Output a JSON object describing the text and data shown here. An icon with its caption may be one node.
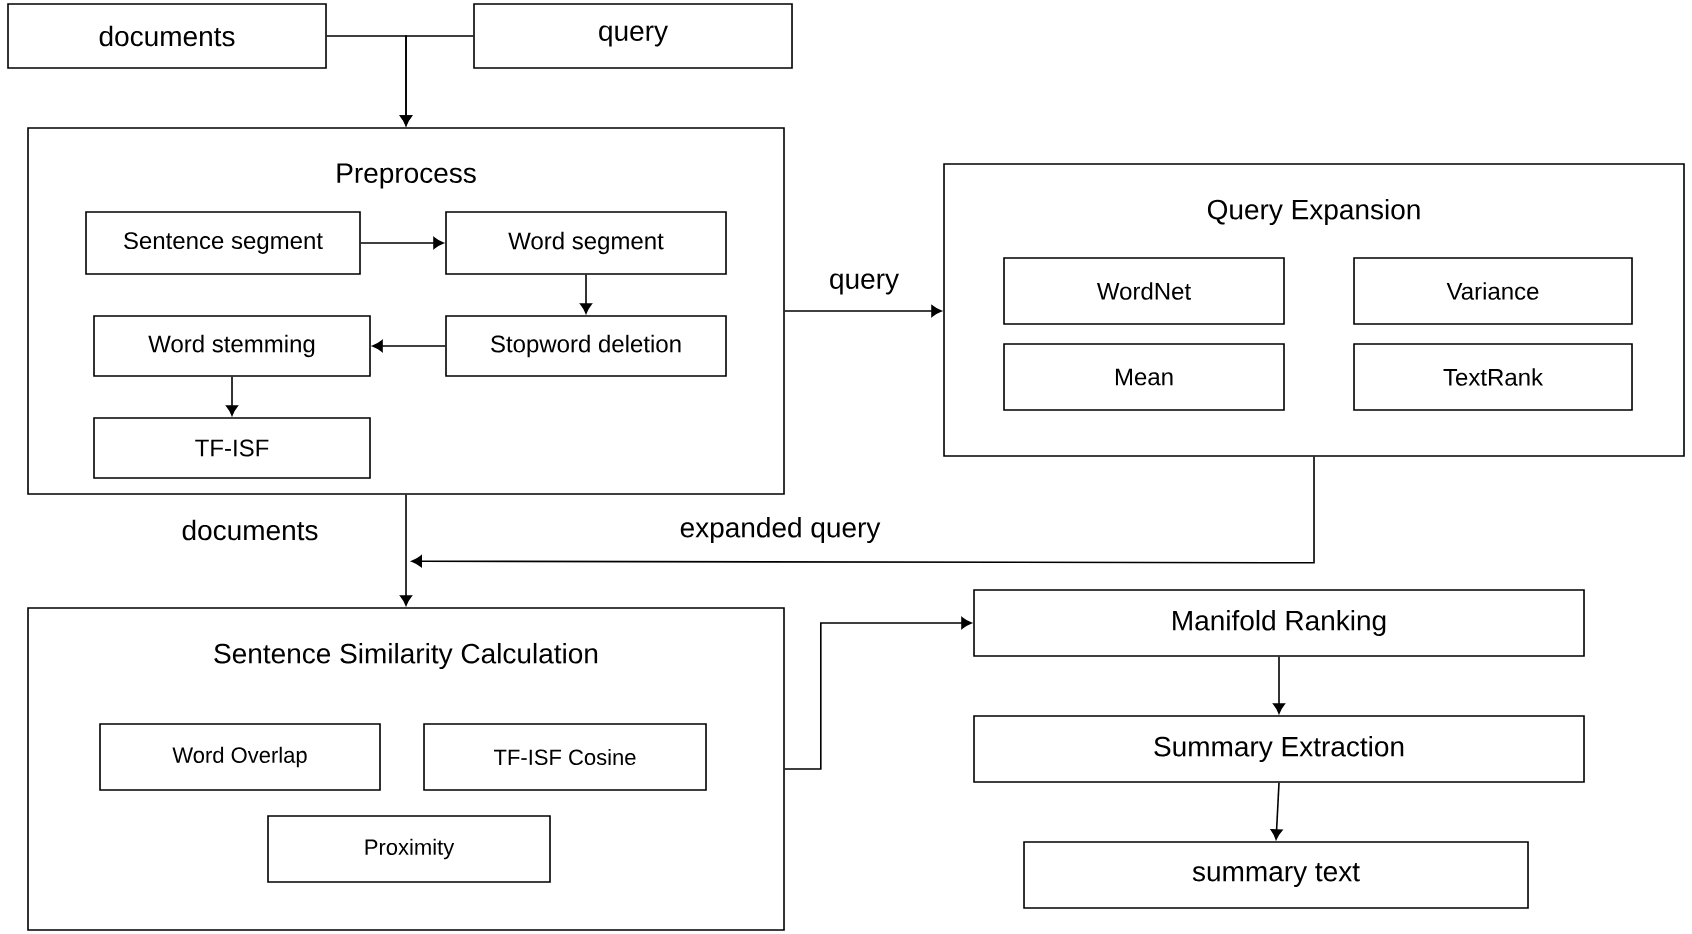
{
  "diagram": {
    "nodes": [
      {
        "text": [
          "documents"
        ]
      },
      {
        "text": [
          "query"
        ]
      },
      {
        "text": [
          "Preprocess"
        ]
      },
      {
        "text": [
          "Sentence segment"
        ],
        "in": 2
      },
      {
        "text": [
          "Word segment"
        ],
        "in": 2
      },
      {
        "text": [
          "Stopword deletion"
        ],
        "in": 2
      },
      {
        "text": [
          "Word stemming"
        ],
        "in": 2
      },
      {
        "text": [
          "TF-ISF"
        ],
        "in": 2
      },
      {
        "text": [
          "Query Expansion"
        ]
      },
      {
        "text": [
          "WordNet"
        ],
        "in": 8
      },
      {
        "text": [
          "Variance"
        ],
        "in": 8
      },
      {
        "text": [
          "Mean"
        ],
        "in": 8
      },
      {
        "text": [
          "TextRank"
        ],
        "in": 8
      },
      {
        "text": [
          "Sentence Similarity Calculation"
        ]
      },
      {
        "text": [
          "Word Overlap"
        ],
        "in": 13
      },
      {
        "text": [
          "TF-ISF Cosine"
        ],
        "in": 13
      },
      {
        "text": [
          "Proximity"
        ],
        "in": 13
      },
      {
        "text": [
          "Manifold Ranking"
        ]
      },
      {
        "text": [
          "Summary Extraction"
        ]
      },
      {
        "text": [
          "summary text"
        ]
      }
    ],
    "edges": [
      {
        "from": 0,
        "to": 2,
        "arrow": "to"
      },
      {
        "from": 1,
        "to": 2,
        "arrow": "to"
      },
      {
        "from": 3,
        "to": 4,
        "arrow": "to"
      },
      {
        "from": 4,
        "to": 5,
        "arrow": "to"
      },
      {
        "from": 5,
        "to": 6,
        "arrow": "to"
      },
      {
        "from": 6,
        "to": 7,
        "arrow": "to"
      },
      {
        "from": 2,
        "to": 8,
        "arrow": "to",
        "label": "query"
      },
      {
        "from": 2,
        "to": 13,
        "arrow": "to",
        "label": "documents"
      },
      {
        "from": 8,
        "to": 13,
        "arrow": "to",
        "label": "expanded query"
      },
      {
        "from": 13,
        "to": 17,
        "arrow": "to"
      },
      {
        "from": 17,
        "to": 18,
        "arrow": "to"
      },
      {
        "from": 18,
        "to": 19,
        "arrow": "to"
      }
    ]
  }
}
